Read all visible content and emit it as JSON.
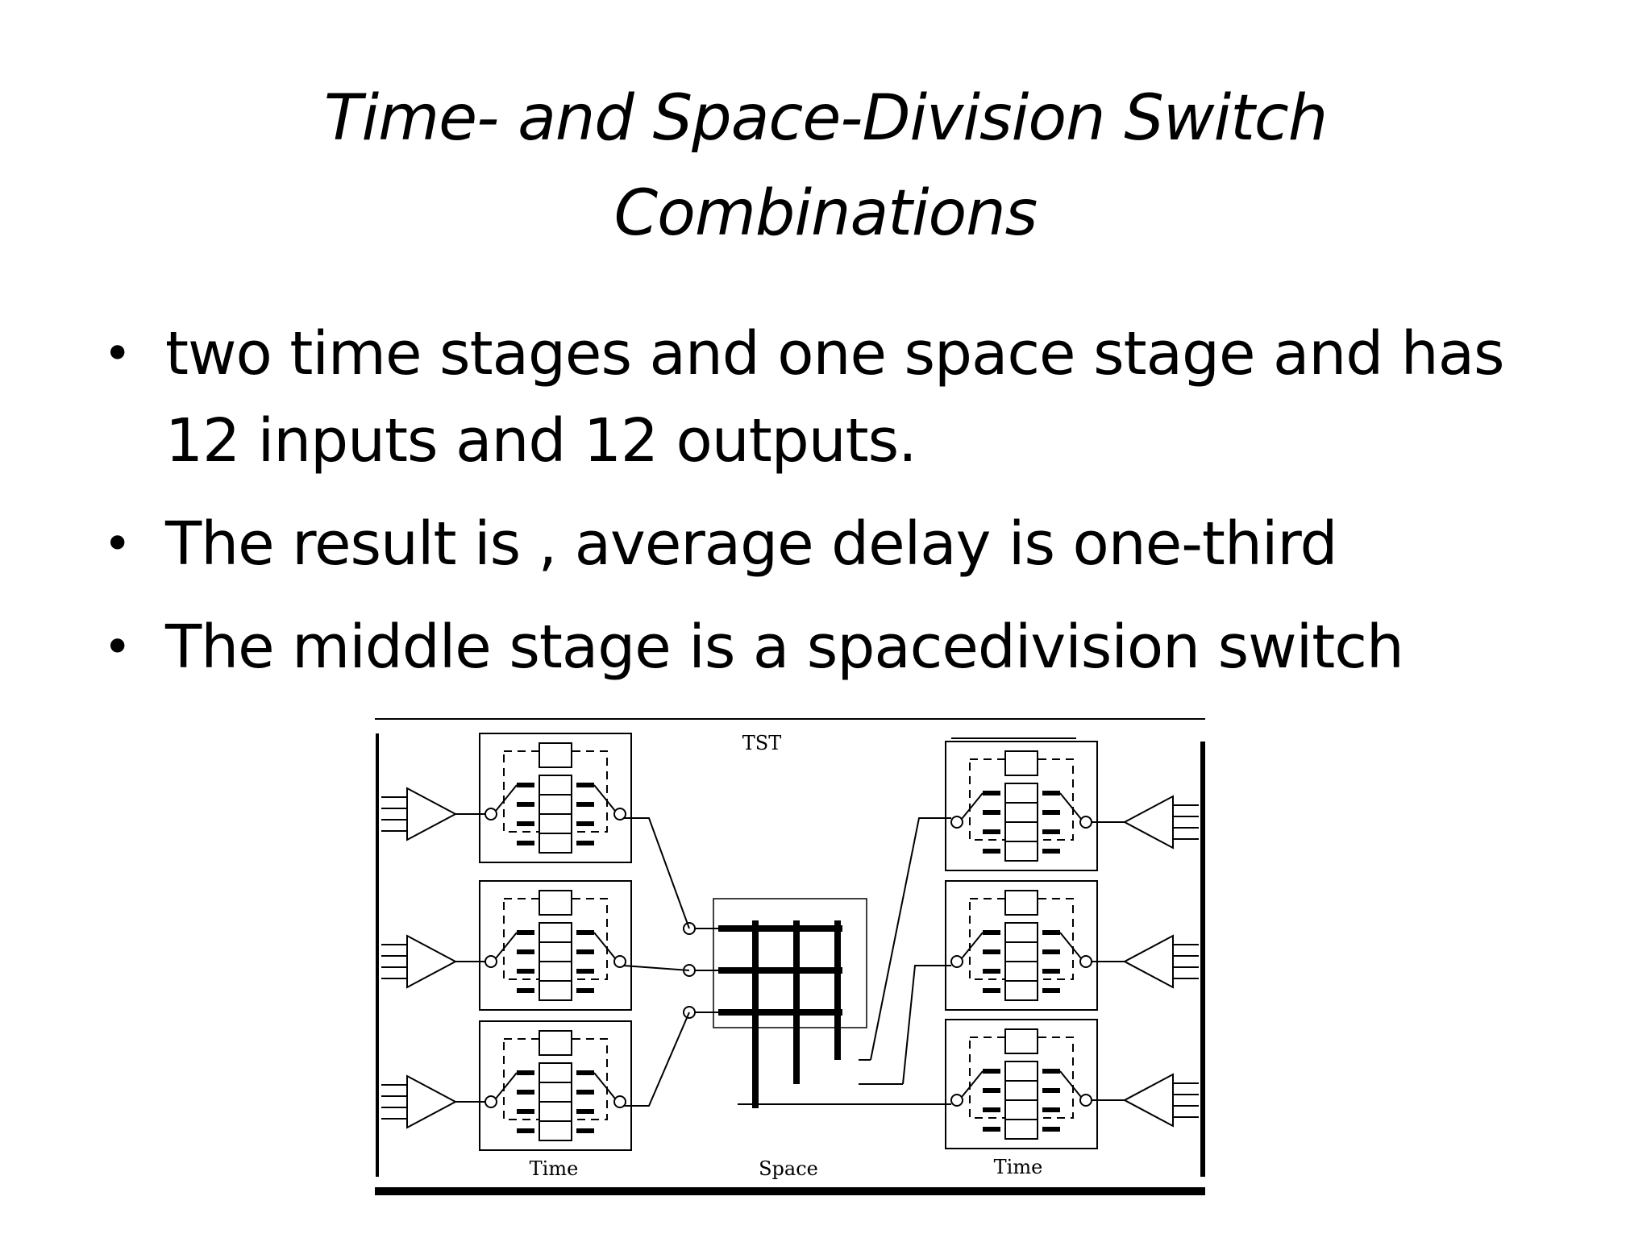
{
  "title": {
    "line1": "Time- and Space-Division Switch",
    "line2": "Combinations"
  },
  "bullets": [
    "two time stages and one space stage and has 12 inputs and 12 outputs.",
    "The result is , average delay is one-third",
    "The middle stage is a spacedivision switch"
  ],
  "diagram": {
    "heading": "TST",
    "labels": {
      "left": "Time",
      "middle": "Space",
      "right": "Time"
    }
  }
}
